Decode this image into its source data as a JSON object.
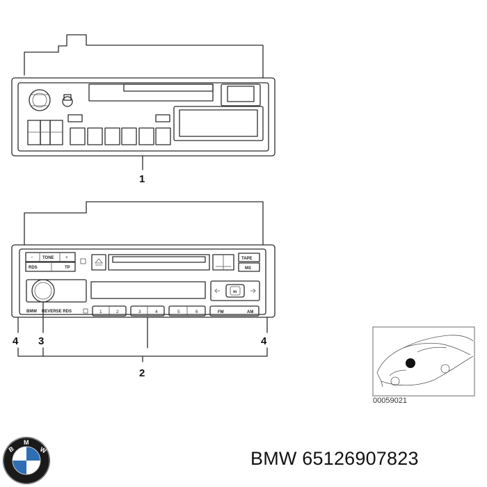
{
  "callouts": {
    "part1": "1",
    "part2": "2",
    "part3": "3",
    "part4_left": "4",
    "part4_right": "4"
  },
  "upper_radio": {
    "description": "radio/cassette unit, older style"
  },
  "lower_radio": {
    "buttons": {
      "tone_minus": "−",
      "tone": "TONE",
      "tone_plus": "+",
      "rds": "RDS",
      "tp": "TP",
      "tape": "TAPE",
      "ms": "MS",
      "m": "m",
      "fm": "FM",
      "am": "AM",
      "presets": [
        "1",
        "2",
        "3",
        "4",
        "5",
        "6"
      ]
    },
    "brand": "BMW",
    "model": "REVERSE RDS"
  },
  "thumbnail": {
    "code": "00059021"
  },
  "footer": {
    "brand": "BMW",
    "part_number": "65126907823"
  },
  "colors": {
    "line": "#2b2b2b",
    "text": "#111111",
    "logo_blue": "#2f6db5"
  }
}
